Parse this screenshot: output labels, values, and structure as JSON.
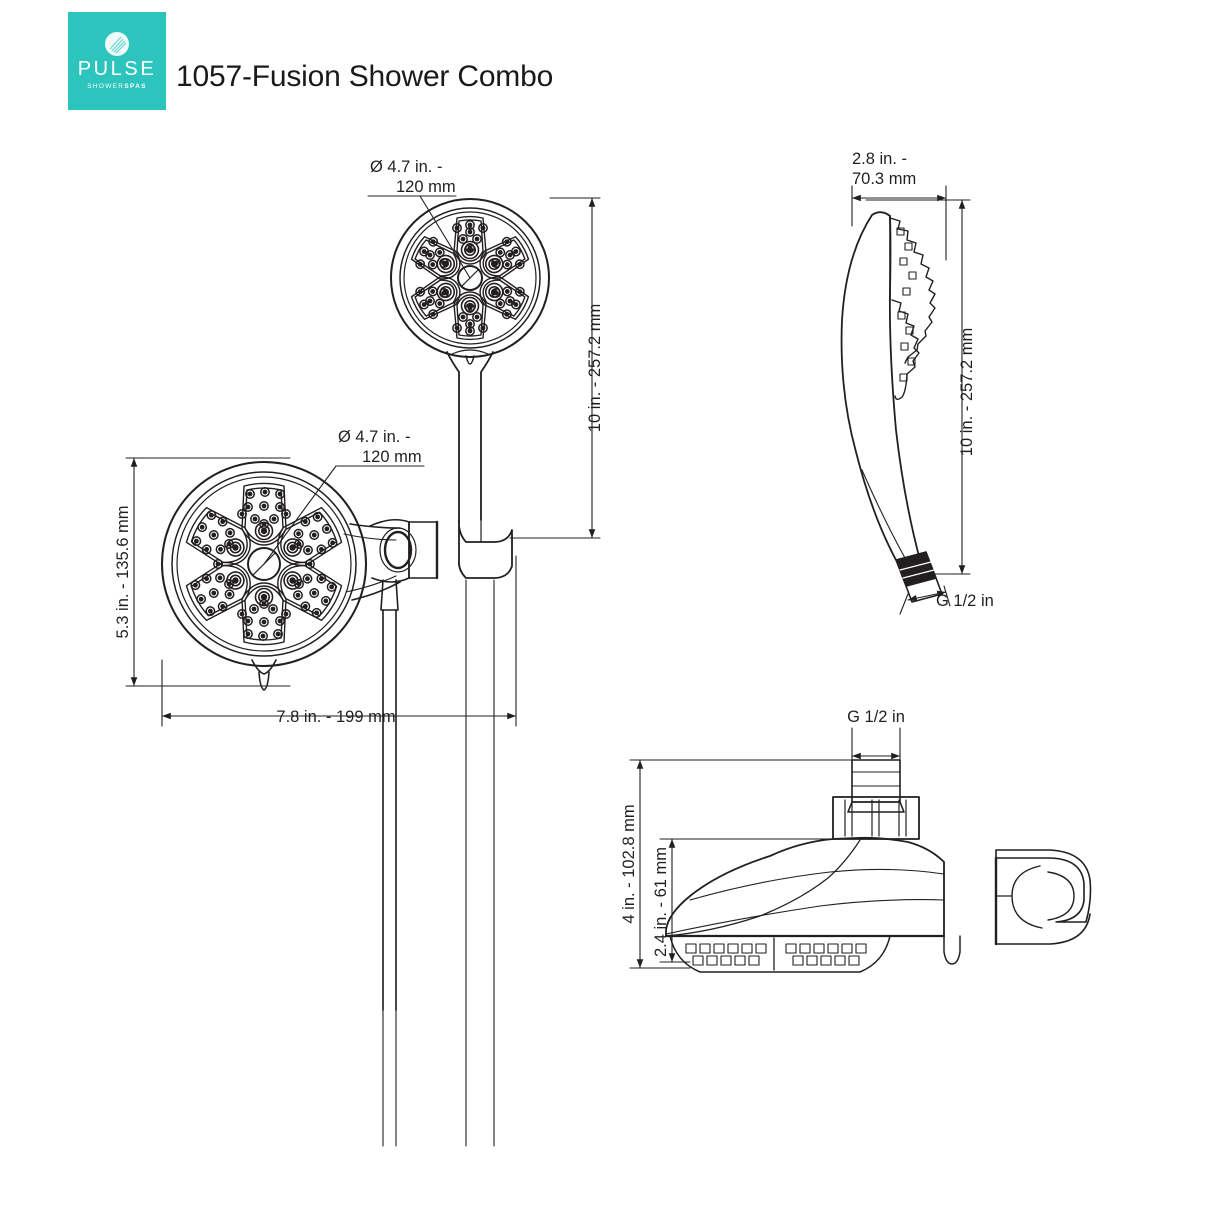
{
  "header": {
    "logo": {
      "brand": "PULSE",
      "sub_left": "SHOWER",
      "sub_right": "SPAS",
      "mark_icon": "water-droplet-icon",
      "bg_color": "#2ec4be",
      "text_color": "#ffffff"
    },
    "title": "1057-Fusion Shower Combo"
  },
  "drawing": {
    "line_color": "#231f20",
    "dimension_color": "#231f20",
    "views": [
      {
        "id": "handheld-front-in-bracket",
        "name": "Handheld shower front view mounted in bracket",
        "labels": [
          "dim-diameter-top",
          "dim-height-top"
        ]
      },
      {
        "id": "wall-showerhead-front",
        "name": "Wall mount showerhead front view",
        "labels": [
          "dim-diameter-left",
          "dim-height-left",
          "dim-width-bottom"
        ]
      },
      {
        "id": "handheld-side",
        "name": "Handheld shower side profile view",
        "labels": [
          "dim-width-right",
          "dim-height-right",
          "label-thread-right"
        ]
      },
      {
        "id": "diverter-side",
        "name": "Wall mount showerhead side profile with bracket",
        "labels": [
          "label-thread-bottom",
          "dim-height-bottom-total",
          "dim-height-bottom-body"
        ]
      }
    ],
    "dimensions": {
      "dim_diameter_top_line1": "Ø 4.7 in. -",
      "dim_diameter_top_line2": "120 mm",
      "dim_height_top": "10 in. - 257.2 mm",
      "dim_diameter_left_line1": "Ø 4.7 in. -",
      "dim_diameter_left_line2": "120 mm",
      "dim_height_left": "5.3 in. - 135.6 mm",
      "dim_width_bottom": "7.8 in. - 199 mm",
      "dim_width_right_line1": "2.8 in. -",
      "dim_width_right_line2": "70.3 mm",
      "dim_height_right": "10 in. - 257.2 mm",
      "label_thread_right": "G 1/2 in",
      "label_thread_bottom": "G 1/2 in",
      "dim_height_bottom_total": "4 in. - 102.8 mm",
      "dim_height_bottom_body": "2.4 in. - 61 mm"
    }
  }
}
